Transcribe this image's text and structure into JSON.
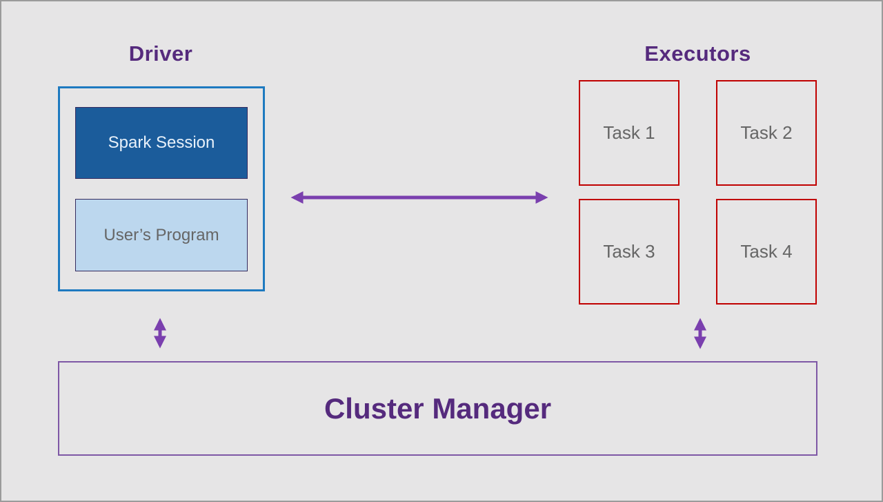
{
  "colors": {
    "background": "#e6e5e6",
    "heading": "#552a7d",
    "arrow": "#7a3fae",
    "driver_border": "#1e7ac0",
    "spark_fill": "#1b5c9b",
    "spark_text": "#e8f1fa",
    "users_fill": "#bcd7ee",
    "inner_border": "#342a5e",
    "task_border": "#c00000",
    "task_text": "#666666",
    "cluster_border": "#7e57a5"
  },
  "diagram": {
    "driver": {
      "title": "Driver",
      "spark_session_label": "Spark Session",
      "users_program_label": "User’s Program"
    },
    "executors": {
      "title": "Executors",
      "tasks": [
        "Task 1",
        "Task 2",
        "Task 3",
        "Task 4"
      ]
    },
    "cluster_manager_label": "Cluster Manager"
  }
}
